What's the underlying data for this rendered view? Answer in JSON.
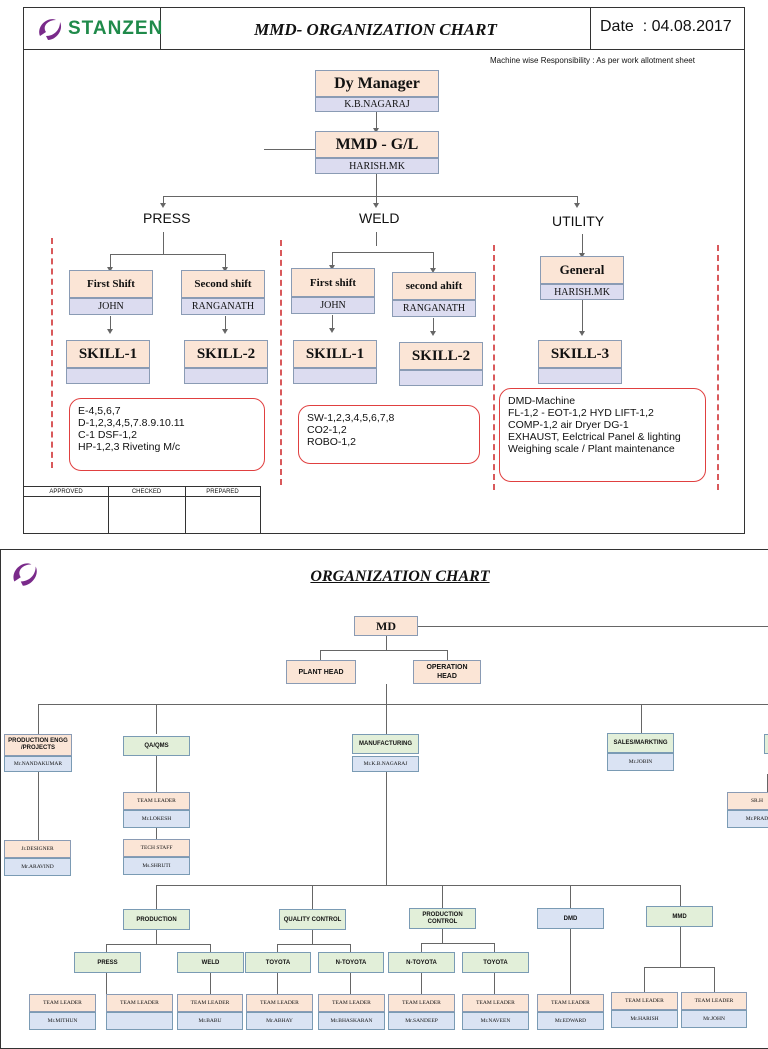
{
  "page1": {
    "logo_text": "STANZEN",
    "title": "MMD- ORGANIZATION CHART",
    "date": "Date  : 04.08.2017",
    "note": "Machine wise Responsibility : As per work allotment sheet",
    "dy_manager": {
      "title": "Dy Manager",
      "name": "K.B.NAGARAJ"
    },
    "mmd_gl": {
      "title": "MMD - G/L",
      "name": "HARISH.MK"
    },
    "sections": {
      "press": "PRESS",
      "weld": "WELD",
      "utility": "UTILITY"
    },
    "press": {
      "first": {
        "title": "First Shift",
        "name": "JOHN"
      },
      "second": {
        "title": "Second shift",
        "name": "RANGANATH"
      },
      "skill1": "SKILL-1",
      "skill2": "SKILL-2",
      "machines": [
        "E-4,5,6,7",
        "D-1,2,3,4,5,7.8.9.10.11",
        "C-1 DSF-1,2",
        "HP-1,2,3 Riveting M/c"
      ]
    },
    "weld": {
      "first": {
        "title": "First shift",
        "name": "JOHN"
      },
      "second": {
        "title": "second ahift",
        "name": "RANGANATH"
      },
      "skill1": "SKILL-1",
      "skill2": "SKILL-2",
      "machines": [
        "SW-1,2,3,4,5,6,7,8",
        "CO2-1,2",
        "ROBO-1,2"
      ]
    },
    "utility": {
      "general": {
        "title": "General",
        "name": "HARISH.MK"
      },
      "skill3": "SKILL-3",
      "machines": [
        "DMD-Machine",
        "FL-1,2 - EOT-1,2 HYD LIFT-1,2",
        "COMP-1,2 air Dryer DG-1",
        "EXHAUST, Eelctrical Panel & lighting",
        "Weighing scale / Plant maintenance"
      ]
    },
    "approval": {
      "approved": "APPROVED",
      "checked": "CHECKED",
      "prepared": "PREPARED"
    }
  },
  "page2": {
    "title": "ORGANIZATION CHART",
    "md": "MD",
    "plant_head": "PLANT HEAD",
    "operation_head": "OPERATION HEAD",
    "depts": {
      "prod_engg": {
        "title": "PRODUCTION ENGG /PROJECTS",
        "name": "Mr.NANDAKUMAR"
      },
      "qa": {
        "title": "QA/QMS"
      },
      "mfg": {
        "title": "MANUFACTURING",
        "name": "Mr.K.B.NAGARAJ"
      },
      "sales": {
        "title": "SALES/MARKTING",
        "name": "Mr.JOBIN"
      }
    },
    "designer": {
      "title": "Jr.DESIGNER",
      "name": "Mr.ARAVIND"
    },
    "qa_tl": {
      "title": "TEAM LEADER",
      "name": "Mr.LOKESH"
    },
    "tech_staff": {
      "title": "TECH STAFF",
      "name": "Ms.SHRUTI"
    },
    "sr_partial": {
      "title": "SR.H",
      "name": "Mr.PRAD"
    },
    "mfg_units": [
      "PRODUCTION",
      "QUALITY CONTROL",
      "PRODUCTION CONTROL",
      "DMD",
      "MMD"
    ],
    "sub_units": [
      "PRESS",
      "WELD",
      "TOYOTA",
      "N-TOYOTA",
      "N-TOYOTA",
      "TOYOTA"
    ],
    "leaders": [
      {
        "title": "TEAM LEADER",
        "name": "Mr.MITHUN"
      },
      {
        "title": "TEAM LEADER",
        "name": ""
      },
      {
        "title": "TEAM LEADER",
        "name": "Mr.BABU"
      },
      {
        "title": "TEAM LEADER",
        "name": "Mr.ABHAY"
      },
      {
        "title": "TEAM LEADER",
        "name": "Mr.BHASKARAN"
      },
      {
        "title": "TEAM LEADER",
        "name": "Mr.SANDEEP"
      },
      {
        "title": "TEAM LEADER",
        "name": "Mr.NAVEEN"
      },
      {
        "title": "TEAM LEADER",
        "name": "Mr.EDWARD"
      },
      {
        "title": "TEAM LEADER",
        "name": "Mr.HARISH"
      },
      {
        "title": "TEAM LEADER",
        "name": "Mr.JOHN"
      }
    ]
  }
}
